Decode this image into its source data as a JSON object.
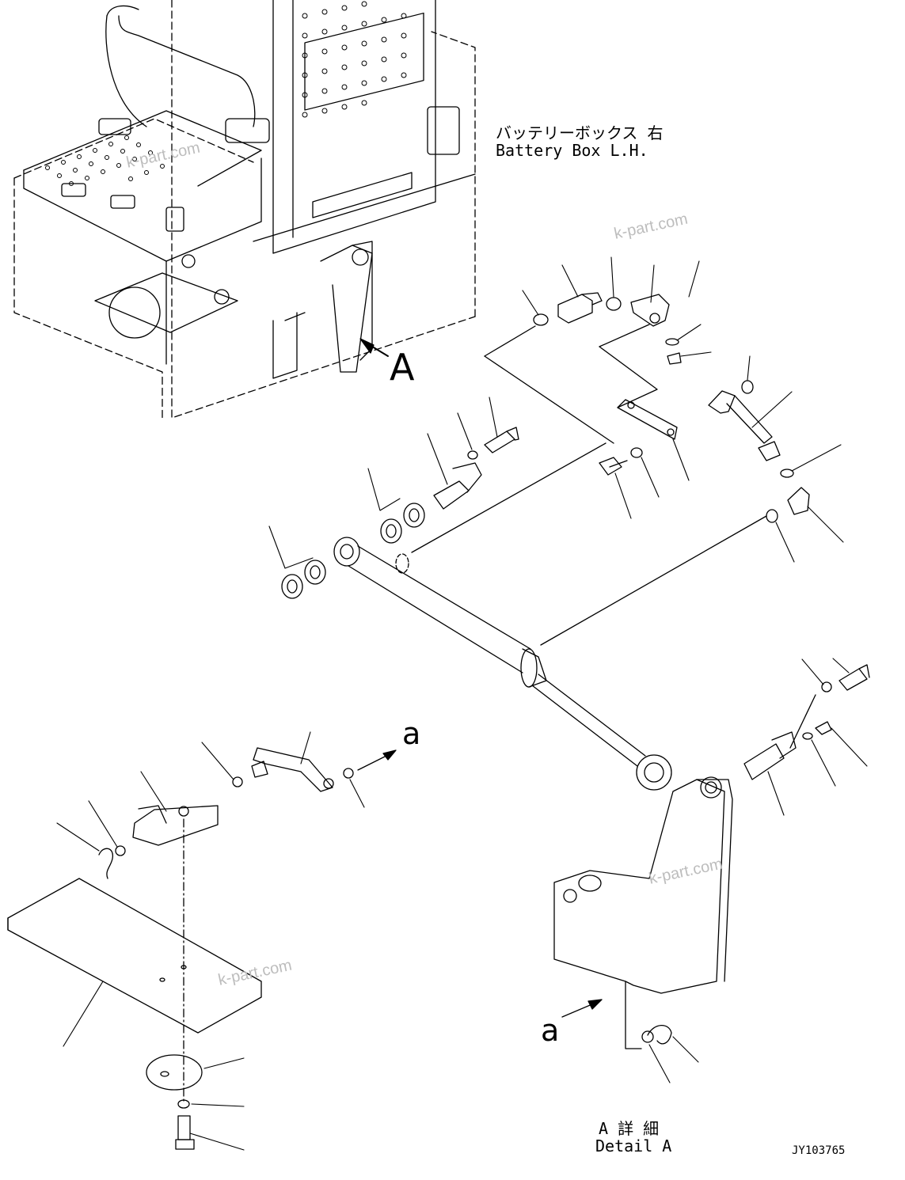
{
  "labels": {
    "battery_box_jp": "バッテリーボックス 右",
    "battery_box_en": "Battery Box L.H.",
    "view_arrow": "A",
    "ref_a_top": "a",
    "ref_a_bottom": "a",
    "detail_jp": "A 詳 細",
    "detail_en": "Detail A",
    "drawing_no": "JY103765"
  },
  "watermarks": [
    "k-part.com",
    "k-part.com",
    "k-part.com",
    "k-part.com"
  ],
  "colors": {
    "line": "#000000",
    "watermark": "#bdbdbd",
    "background": "#ffffff"
  }
}
